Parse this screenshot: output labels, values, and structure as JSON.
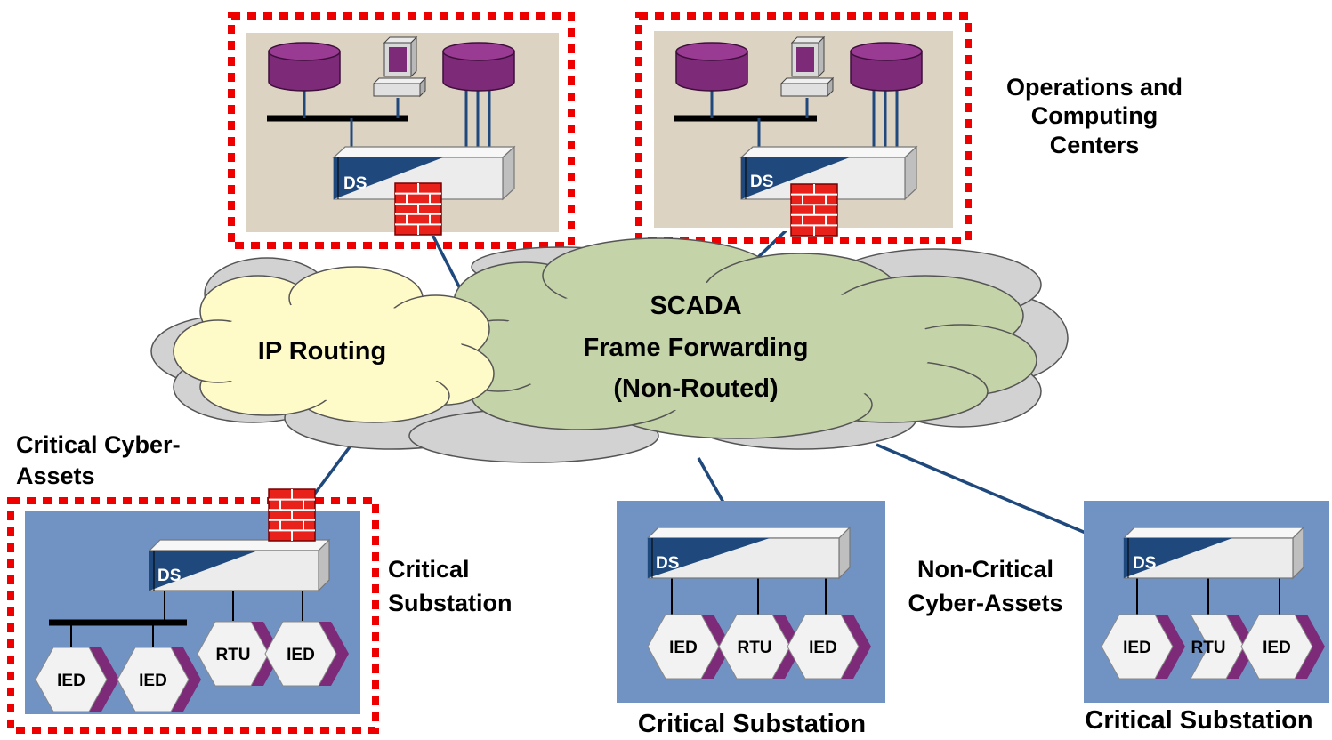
{
  "labels": {
    "ops_centers": "Operations and Computing Centers",
    "ip_routing": "IP Routing",
    "scada_line1": "SCADA",
    "scada_line2": "Frame Forwarding",
    "scada_line3": "(Non-Routed)",
    "critical_cyber_assets": "Critical Cyber-Assets",
    "critical_substation_side": "Critical Substation",
    "non_critical_cyber_assets": "Non-Critical Cyber-Assets",
    "critical_substation_mid": "Critical Substation",
    "critical_substation_right": "Critical Substation"
  },
  "switch_label": "DS",
  "device_labels": {
    "ied": "IED",
    "rtu": "RTU"
  },
  "colors": {
    "dashed_border": "#ee0000",
    "control_center_bg": "#ddd3c3",
    "substation_bg": "#7193c3",
    "ip_cloud": "#fffbc9",
    "scada_cloud": "#c4d3a8",
    "cloud_shadow": "#d2d2d2",
    "database": "#7d2a78",
    "switch_blue": "#1f497d",
    "firewall": "#e8221b",
    "link": "#1f497d"
  }
}
